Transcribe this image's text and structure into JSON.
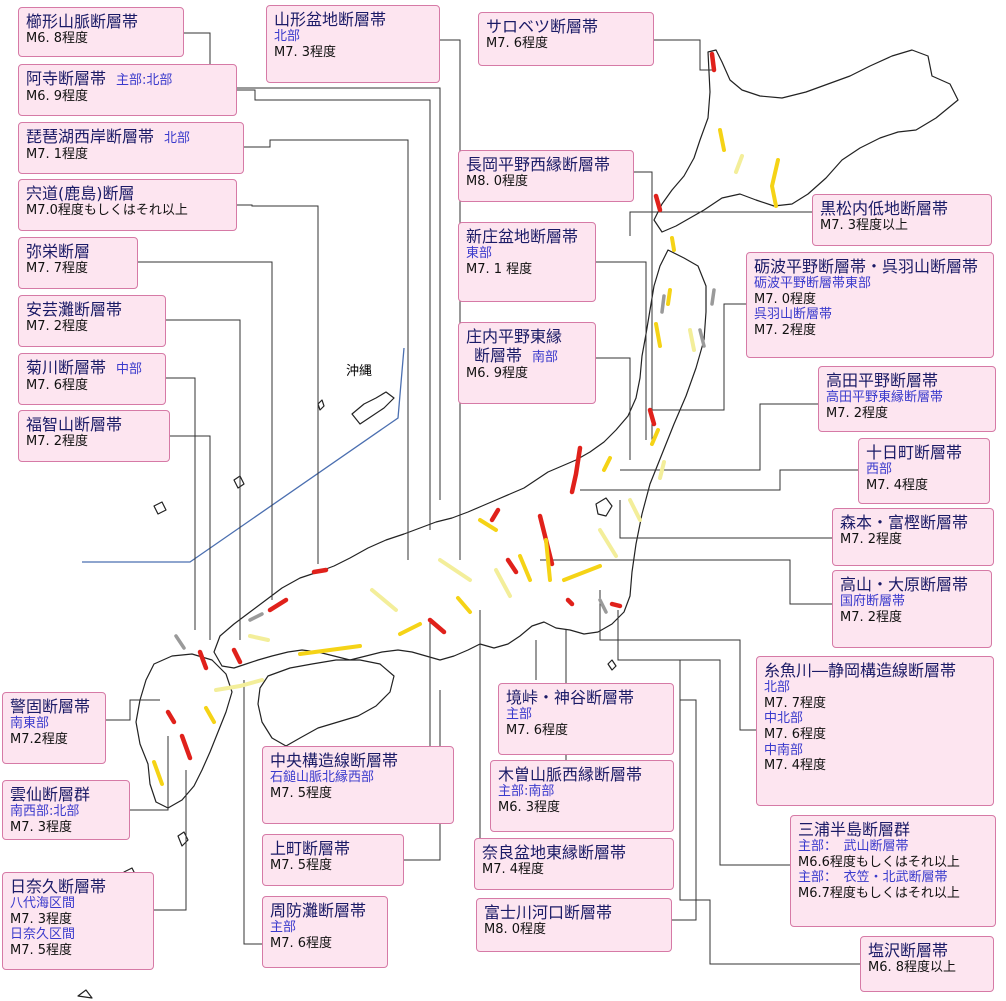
{
  "okinawa_label": "沖縄",
  "colors": {
    "box_bg": "#fde5f0",
    "box_border": "#d67aa6",
    "title": "#1a1a66",
    "sub": "#3a3acc",
    "fault_red": "#e0211b",
    "fault_yellow": "#f5d316",
    "fault_pale": "#f3ee9a",
    "fault_gray": "#9a9a9a"
  },
  "faults": [
    {
      "name": "櫛形山脈断層帯",
      "lines": [
        {
          "kind": "m",
          "text": "M6. 8程度"
        }
      ]
    },
    {
      "name": "阿寺断層帯",
      "inline": "主部:北部",
      "lines": [
        {
          "kind": "m",
          "text": "M6. 9程度"
        }
      ]
    },
    {
      "name": "琵琶湖西岸断層帯",
      "inline": "北部",
      "lines": [
        {
          "kind": "m",
          "text": "M7. 1程度"
        }
      ]
    },
    {
      "name": "宍道(鹿島)断層",
      "lines": [
        {
          "kind": "m",
          "text": "M7.0程度もしくはそれ以上"
        }
      ]
    },
    {
      "name": "弥栄断層",
      "lines": [
        {
          "kind": "m",
          "text": "M7. 7程度"
        }
      ]
    },
    {
      "name": "安芸灘断層帯",
      "lines": [
        {
          "kind": "m",
          "text": "M7. 2程度"
        }
      ]
    },
    {
      "name": "菊川断層帯",
      "inline": "中部",
      "lines": [
        {
          "kind": "m",
          "text": "M7. 6程度"
        }
      ]
    },
    {
      "name": "福智山断層帯",
      "lines": [
        {
          "kind": "m",
          "text": "M7. 2程度"
        }
      ]
    },
    {
      "name": "山形盆地断層帯",
      "lines": [
        {
          "kind": "s",
          "text": "北部"
        },
        {
          "kind": "m",
          "text": "M7. 3程度"
        }
      ]
    },
    {
      "name": "サロベツ断層帯",
      "lines": [
        {
          "kind": "m",
          "text": "M7. 6程度"
        }
      ]
    },
    {
      "name": "長岡平野西縁断層帯",
      "lines": [
        {
          "kind": "m",
          "text": "M8. 0程度"
        }
      ]
    },
    {
      "name": "新庄盆地断層帯",
      "lines": [
        {
          "kind": "s",
          "text": "東部"
        },
        {
          "kind": "m",
          "text": "M7. 1 程度"
        }
      ]
    },
    {
      "name": "庄内平野東縁",
      "lines": [
        {
          "kind": "t2",
          "text": "断層帯",
          "inline": "南部"
        },
        {
          "kind": "m",
          "text": "M6. 9程度"
        }
      ]
    },
    {
      "name": "黒松内低地断層帯",
      "lines": [
        {
          "kind": "m",
          "text": "M7. 3程度以上"
        }
      ]
    },
    {
      "name": "砺波平野断層帯・呉羽山断層帯",
      "lines": [
        {
          "kind": "s",
          "text": "砺波平野断層帯東部"
        },
        {
          "kind": "m",
          "text": "M7. 0程度"
        },
        {
          "kind": "s",
          "text": "呉羽山断層帯"
        },
        {
          "kind": "m",
          "text": "M7. 2程度"
        }
      ]
    },
    {
      "name": "高田平野断層帯",
      "lines": [
        {
          "kind": "s",
          "text": "高田平野東縁断層帯"
        },
        {
          "kind": "m",
          "text": "M7. 2程度"
        }
      ]
    },
    {
      "name": "十日町断層帯",
      "lines": [
        {
          "kind": "s",
          "text": "西部"
        },
        {
          "kind": "m",
          "text": "M7. 4程度"
        }
      ]
    },
    {
      "name": "森本・富樫断層帯",
      "lines": [
        {
          "kind": "m",
          "text": "M7. 2程度"
        }
      ]
    },
    {
      "name": "高山・大原断層帯",
      "lines": [
        {
          "kind": "s",
          "text": "国府断層帯"
        },
        {
          "kind": "m",
          "text": "M7. 2程度"
        }
      ]
    },
    {
      "name": "糸魚川―静岡構造線断層帯",
      "lines": [
        {
          "kind": "s",
          "text": "北部"
        },
        {
          "kind": "m",
          "text": "M7. 7程度"
        },
        {
          "kind": "s",
          "text": "中北部"
        },
        {
          "kind": "m",
          "text": "M7. 6程度"
        },
        {
          "kind": "s",
          "text": "中南部"
        },
        {
          "kind": "m",
          "text": "M7. 4程度"
        }
      ]
    },
    {
      "name": "三浦半島断層群",
      "lines": [
        {
          "kind": "s",
          "text": "主部：　武山断層帯"
        },
        {
          "kind": "m",
          "text": "M6.6程度もしくはそれ以上"
        },
        {
          "kind": "s",
          "text": "主部：　衣笠・北武断層帯"
        },
        {
          "kind": "m",
          "text": "M6.7程度もしくはそれ以上"
        }
      ]
    },
    {
      "name": "塩沢断層帯",
      "lines": [
        {
          "kind": "m",
          "text": "M6. 8程度以上"
        }
      ]
    },
    {
      "name": "警固断層帯",
      "lines": [
        {
          "kind": "s",
          "text": "南東部"
        },
        {
          "kind": "m",
          "text": "M7.2程度"
        }
      ]
    },
    {
      "name": "雲仙断層群",
      "lines": [
        {
          "kind": "s",
          "text": "南西部:北部"
        },
        {
          "kind": "m",
          "text": "M7. 3程度"
        }
      ]
    },
    {
      "name": "日奈久断層帯",
      "lines": [
        {
          "kind": "s",
          "text": "八代海区間"
        },
        {
          "kind": "m",
          "text": "M7. 3程度"
        },
        {
          "kind": "s",
          "text": "日奈久区間"
        },
        {
          "kind": "m",
          "text": "M7. 5程度"
        }
      ]
    },
    {
      "name": "中央構造線断層帯",
      "lines": [
        {
          "kind": "s",
          "text": "石鎚山脈北縁西部"
        },
        {
          "kind": "m",
          "text": "M7. 5程度"
        }
      ]
    },
    {
      "name": "上町断層帯",
      "lines": [
        {
          "kind": "m",
          "text": "M7. 5程度"
        }
      ]
    },
    {
      "name": "周防灘断層帯",
      "lines": [
        {
          "kind": "s",
          "text": "主部"
        },
        {
          "kind": "m",
          "text": "M7. 6程度"
        }
      ]
    },
    {
      "name": "境峠・神谷断層帯",
      "lines": [
        {
          "kind": "s",
          "text": "主部"
        },
        {
          "kind": "m",
          "text": "M7. 6程度"
        }
      ]
    },
    {
      "name": "木曽山脈西縁断層帯",
      "lines": [
        {
          "kind": "s",
          "text": "主部:南部"
        },
        {
          "kind": "m",
          "text": "M6. 3程度"
        }
      ]
    },
    {
      "name": "奈良盆地東縁断層帯",
      "lines": [
        {
          "kind": "m",
          "text": "M7. 4程度"
        }
      ]
    },
    {
      "name": "富士川河口断層帯",
      "lines": [
        {
          "kind": "m",
          "text": "M8. 0程度"
        }
      ]
    }
  ]
}
